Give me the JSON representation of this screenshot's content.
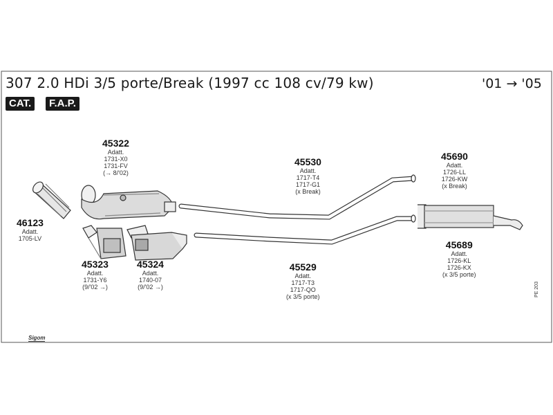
{
  "header": {
    "title": "307 2.0 HDi 3/5 porte/Break (1997 cc 108 cv/79 kw)",
    "years": "'01 → '05",
    "badges": [
      "CAT.",
      "F.A.P."
    ]
  },
  "parts": [
    {
      "number": "46123",
      "lines": [
        "Adatt.",
        "1705-LV"
      ]
    },
    {
      "number": "45322",
      "lines": [
        "Adatt.",
        "1731-X0",
        "1731-FV",
        "(→ 8/'02)"
      ]
    },
    {
      "number": "45323",
      "lines": [
        "Adatt.",
        "1731-Y6",
        "(9/'02 →)"
      ]
    },
    {
      "number": "45324",
      "lines": [
        "Adatt.",
        "1740-07",
        "(9/'02 →)"
      ]
    },
    {
      "number": "45530",
      "lines": [
        "Adatt.",
        "1717-T4",
        "1717-G1",
        "(x Break)"
      ]
    },
    {
      "number": "45529",
      "lines": [
        "Adatt.",
        "1717-T3",
        "1717-QO",
        "(x 3/5 porte)"
      ]
    },
    {
      "number": "45690",
      "lines": [
        "Adatt.",
        "1726-LL",
        "1726-KW",
        "(x Break)"
      ]
    },
    {
      "number": "45689",
      "lines": [
        "Adatt.",
        "1726-KL",
        "1726-KX",
        "(x 3/5 porte)"
      ]
    }
  ],
  "side_code": "PE 203",
  "logo": "Sigom"
}
